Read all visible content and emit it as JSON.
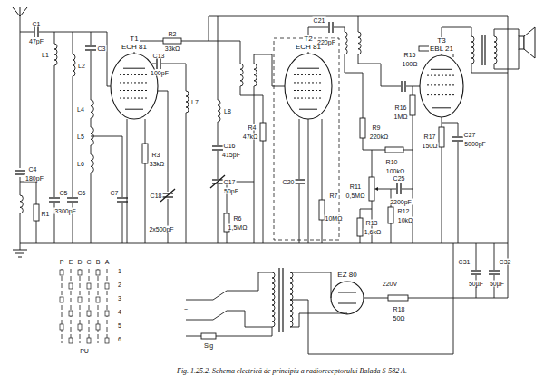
{
  "diagram": {
    "caption": "Fig. 1.25.2. Schema electrică de principiu a radioreceptorului Balada S-582 A.",
    "nodes": [
      {
        "text": [
          "T1",
          "ECH 81"
        ]
      },
      {
        "text": [
          "T2",
          "ECH 81"
        ]
      },
      {
        "text": [
          "T3",
          "EBL 21"
        ]
      },
      {
        "text": [
          "EZ 80"
        ]
      }
    ],
    "labels": [
      "C1",
      "47pF",
      "L1",
      "L2",
      "C3",
      "L4",
      "L5",
      "L6",
      "C4",
      "180pF",
      "R1",
      "C5",
      "3300pF",
      "C6",
      "C7",
      "R2",
      "33kΩ",
      "C13",
      "100pF",
      "R3",
      "33kΩ",
      "L7",
      "L8",
      "C16",
      "415pF",
      "C17",
      "50pF",
      "C18",
      "2x500pF",
      "R4",
      "47kΩ",
      "R6",
      "1,5MΩ",
      "C20",
      "R7",
      "10MΩ",
      "C21",
      "220pF",
      "R9",
      "220kΩ",
      "R10",
      "100kΩ",
      "R11",
      "0,5MΩ",
      "C25",
      "2200pF",
      "R12",
      "10kΩ",
      "R13",
      "1,6kΩ",
      "R15",
      "100Ω",
      "R16",
      "1MΩ",
      "R17",
      "150Ω",
      "C27",
      "5000pF",
      "C31",
      "50µF",
      "C32",
      "50µF",
      "220V",
      "R18",
      "50Ω",
      "Sig",
      "~",
      "P",
      "E",
      "D",
      "C",
      "B",
      "A",
      "PU",
      "1",
      "2",
      "3",
      "4",
      "5",
      "6"
    ]
  }
}
